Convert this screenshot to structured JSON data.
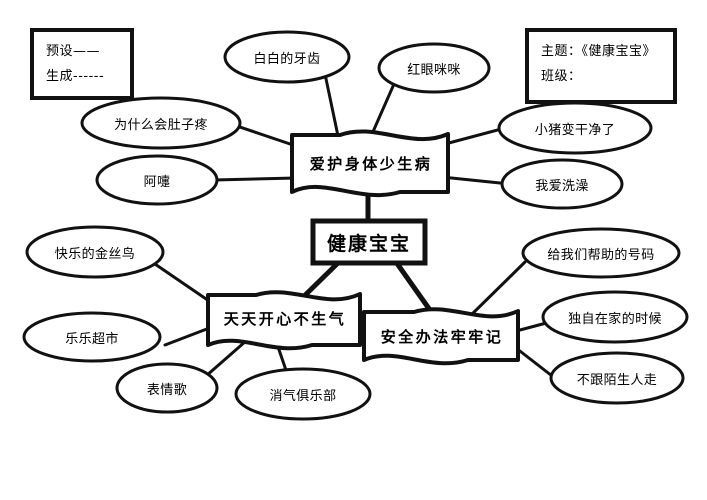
{
  "diagram": {
    "title": "健康宝宝",
    "type": "mind-map",
    "ink_color": "#000000",
    "background_color": "#ffffff"
  },
  "legend_box": {
    "line1": "预设——",
    "line2": "生成------"
  },
  "info_box": {
    "line1": "主题：《健康宝宝》",
    "line2": "班级："
  },
  "center": {
    "label": "健康宝宝"
  },
  "branches": [
    {
      "id": "branch-health",
      "label": "爱护身体少生病",
      "leaves": [
        {
          "id": "leaf-teeth",
          "label": "白白的牙齿"
        },
        {
          "id": "leaf-eyes",
          "label": "红眼咪咪"
        },
        {
          "id": "leaf-tummy",
          "label": "为什么会肚子疼"
        },
        {
          "id": "leaf-sneeze",
          "label": "阿嚏"
        },
        {
          "id": "leaf-pig",
          "label": "小猪变干净了"
        },
        {
          "id": "leaf-bath",
          "label": "我爱洗澡"
        }
      ]
    },
    {
      "id": "branch-happy",
      "label": "天天开心不生气",
      "leaves": [
        {
          "id": "leaf-canary",
          "label": "快乐的金丝鸟"
        },
        {
          "id": "leaf-market",
          "label": "乐乐超市"
        },
        {
          "id": "leaf-songs",
          "label": "表情歌"
        },
        {
          "id": "leaf-club",
          "label": "消气俱乐部"
        }
      ]
    },
    {
      "id": "branch-safety",
      "label": "安全办法牢牢记",
      "leaves": [
        {
          "id": "leaf-numbers",
          "label": "给我们帮助的号码"
        },
        {
          "id": "leaf-alone",
          "label": "独自在家的时候"
        },
        {
          "id": "leaf-strangers",
          "label": "不跟陌生人走"
        }
      ]
    }
  ]
}
